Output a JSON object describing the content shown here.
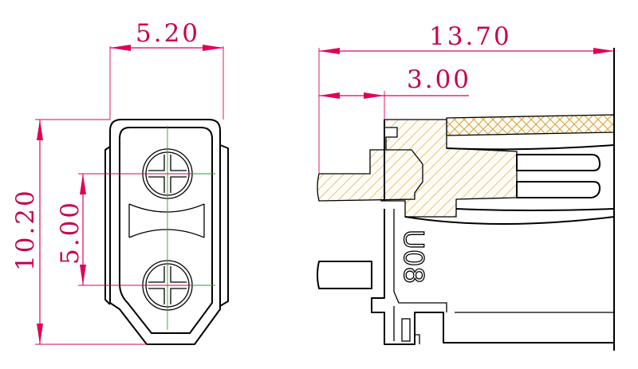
{
  "dimensions": {
    "front_width": "5.20",
    "front_height": "10.20",
    "pin_spacing": "5.00",
    "side_length": "13.70",
    "pin_length": "3.00"
  },
  "side_marking": "U08",
  "colors": {
    "dimension": "#e0005a",
    "hatch": "#d9a441",
    "centerline": "#2e9e2e",
    "outline": "#000000"
  }
}
